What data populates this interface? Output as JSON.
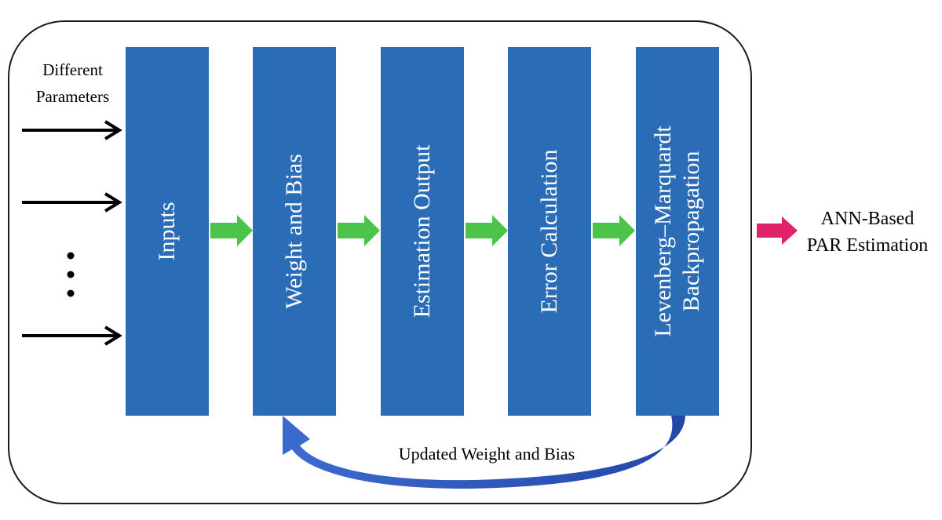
{
  "input_label": {
    "line1": "Different",
    "line2": "Parameters"
  },
  "blocks": [
    {
      "line1": "Inputs",
      "line2": ""
    },
    {
      "line1": "Weight and Bias",
      "line2": ""
    },
    {
      "line1": "Estimation Output",
      "line2": ""
    },
    {
      "line1": "Error Calculation",
      "line2": ""
    },
    {
      "line1": "Levenberg–Marquardt",
      "line2": "Backpropagation"
    }
  ],
  "feedback_label": "Updated Weight and Bias",
  "output_label": {
    "line1": "ANN-Based",
    "line2": "PAR Estimation"
  },
  "colors": {
    "block": "#2a6cb5",
    "flow_arrow": "#4cc44a",
    "output_arrow": "#e0226a",
    "feedback_arrow": "#3f6fc9"
  },
  "icons": {
    "input_arrow": "arrow-right-icon",
    "ellipsis": "vertical-ellipsis-icon"
  }
}
